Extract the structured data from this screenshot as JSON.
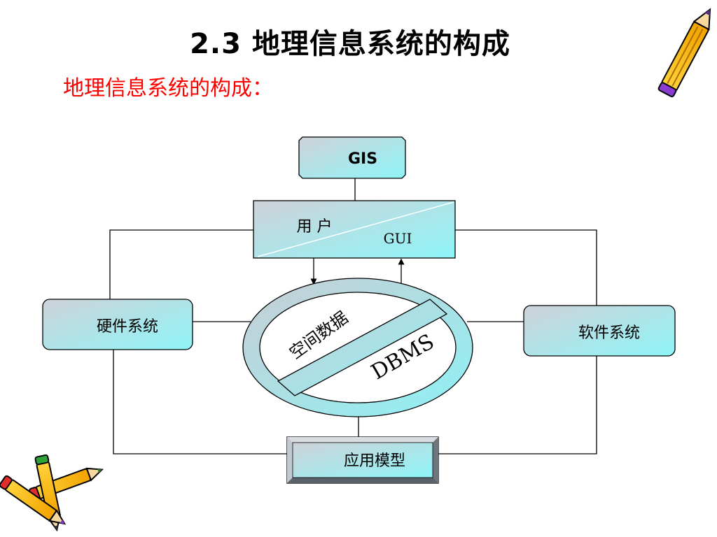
{
  "slide": {
    "title": "2.3 地理信息系统的构成",
    "subtitle": "地理信息系统的构成："
  },
  "diagram": {
    "gis": "GIS",
    "user": "用 户",
    "gui": "GUI",
    "hardware": "硬件系统",
    "software": "软件系统",
    "spatial_data": "空间数据",
    "dbms": "DBMS",
    "app_model": "应用模型"
  },
  "colors": {
    "box_gradient_start": "#c9cdd4",
    "box_gradient_end": "#8ff3f7",
    "title_red": "#ff0000"
  },
  "icons": [
    "pencil-icon",
    "pencils-icon"
  ]
}
